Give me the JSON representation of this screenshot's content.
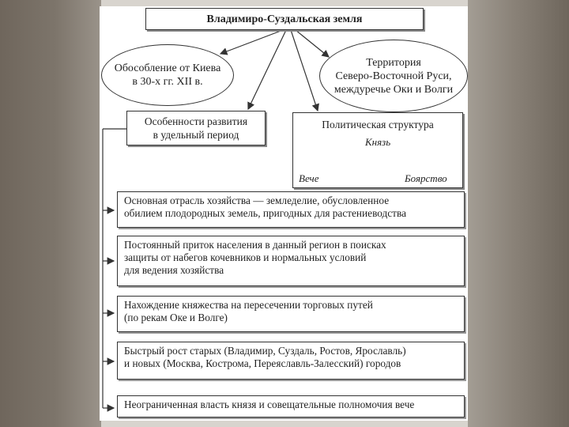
{
  "title": "Владимиро-Суздальская земля",
  "ellipse_left": [
    "Обособление от Киева",
    "в 30-х гг. XII в."
  ],
  "ellipse_right": [
    "Территория",
    "Северо-Восточной Руси,",
    "междуречье Оки и Волги"
  ],
  "features_box": [
    "Особенности развития",
    "в удельный период"
  ],
  "political": {
    "heading": "Политическая структура",
    "top": "Князь",
    "left": "Вече",
    "right": "Боярство"
  },
  "rows": [
    [
      "Основная отрасль хозяйства — земледелие, обусловленное",
      "обилием плодородных земель, пригодных для растениеводства"
    ],
    [
      "Постоянный приток населения в данный регион в поисках",
      "защиты от набегов кочевников и нормальных условий",
      "для ведения хозяйства"
    ],
    [
      "Нахождение княжества на пересечении торговых путей",
      "(по рекам Оке и Волге)"
    ],
    [
      "Быстрый рост старых (Владимир, Суздаль, Ростов, Ярославль)",
      "и новых (Москва, Кострома, Переяславль-Залесский) городов"
    ],
    [
      "Неограниченная власть князя и совещательные полномочия вече"
    ]
  ]
}
